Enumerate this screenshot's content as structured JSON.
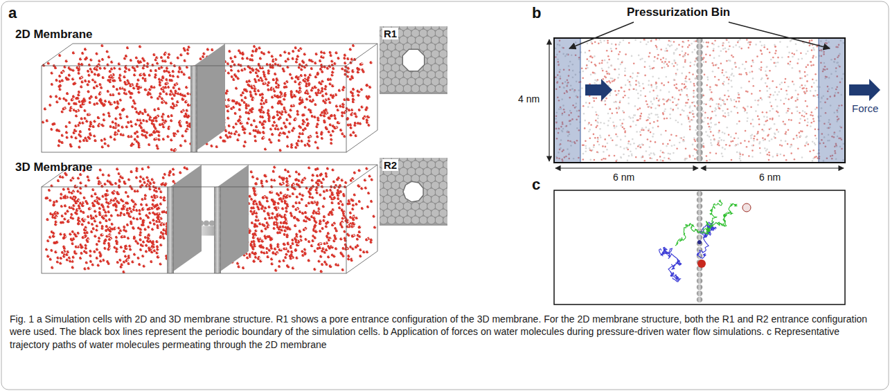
{
  "diagram": {
    "caption": "Fig. 1 a Simulation cells with 2D and 3D membrane structure. R1 shows a pore entrance configuration of the 3D membrane. For the 2D membrane structure, both the R1 and R2 entrance configuration were used. The black box lines represent the periodic boundary of the simulation cells. b Application of forces on water molecules during pressure-driven water flow simulations. c Representative trajectory paths of water molecules permeating through the 2D membrane",
    "labels": [
      "a",
      "2D Membrane",
      "R1",
      "3D Membrane",
      "R2",
      "b",
      "Pressurization Bin",
      "4 nm",
      "Force",
      "6 nm",
      "6 nm",
      "c"
    ]
  }
}
